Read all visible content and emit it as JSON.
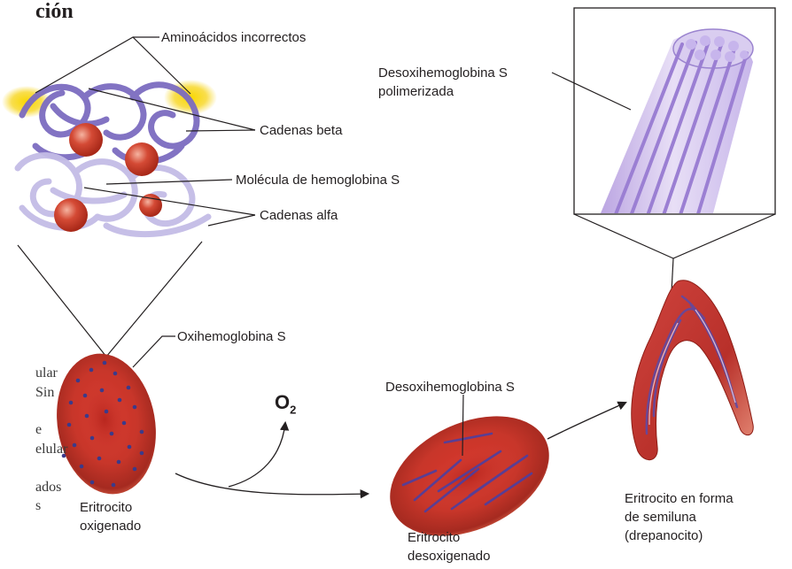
{
  "heading": "ción",
  "labels": {
    "incorrect_amino_acids": "Aminoácidos incorrectos",
    "beta_chains": "Cadenas beta",
    "hemoglobin_molecule": "Molécula de hemoglobina S",
    "alpha_chains": "Cadenas alfa",
    "polymerized_line1": "Desoxihemoglobina S",
    "polymerized_line2": "polimerizada",
    "oxyhemoglobin": "Oxihemoglobina S",
    "deoxyhemoglobin": "Desoxihemoglobina S",
    "oxygen_symbol": "O",
    "oxygen_subscript": "2",
    "oxygenated_line1": "Eritrocito",
    "oxygenated_line2": "oxigenado",
    "deoxygenated_line1": "Eritrocito",
    "deoxygenated_line2": "desoxigenado",
    "sickle_line1": "Eritrocito en forma",
    "sickle_line2": "de semiluna",
    "sickle_line3": "(drepanocito)"
  },
  "margin_text": {
    "line1": "ular",
    "line2": "Sin",
    "line3": "e",
    "line4": "elular",
    "line5": "ados",
    "line6": "s"
  },
  "colors": {
    "text": "#231f20",
    "rbc_red": "#c8362a",
    "rbc_dark": "#8e1d16",
    "protein_violet": "#8a7bc4",
    "protein_light": "#c9c2e6",
    "heme_red": "#c63826",
    "highlight_yellow": "#f6d000",
    "fiber_purple": "#a98ad6"
  }
}
